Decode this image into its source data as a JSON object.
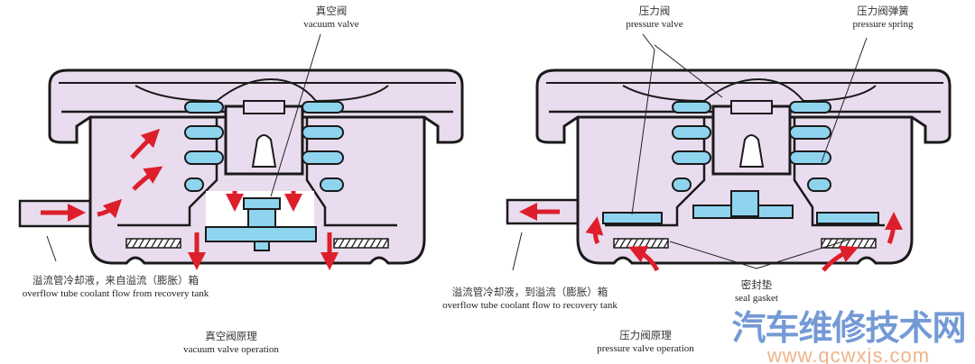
{
  "left_panel": {
    "valve_label_zh": "真空阀",
    "valve_label_en": "vacuum valve",
    "tube_label_zh": "溢流管冷却液，来自溢流（膨胀）箱",
    "tube_label_en": "overflow tube coolant flow from recovery tank",
    "caption_zh": "真空阀原理",
    "caption_en": "vacuum valve operation"
  },
  "right_panel": {
    "valve_label_zh": "压力阀",
    "valve_label_en": "pressure valve",
    "spring_label_zh": "压力阀弹簧",
    "spring_label_en": "pressure spring",
    "tube_label_zh": "溢流管冷却液，到溢流（膨胀）箱",
    "tube_label_en": "overflow tube coolant flow to recovery tank",
    "gasket_label_zh": "密封垫",
    "gasket_label_en": "seal gasket",
    "caption_zh": "压力阀原理",
    "caption_en": "pressure valve operation"
  },
  "watermark": {
    "name": "汽车维修技术网",
    "url": "www.qcwxjs.com"
  },
  "colors": {
    "body": "#e9dcee",
    "spring": "#8ed4ee",
    "arrow": "#dd1f2b",
    "outline": "#1a1a1a"
  }
}
